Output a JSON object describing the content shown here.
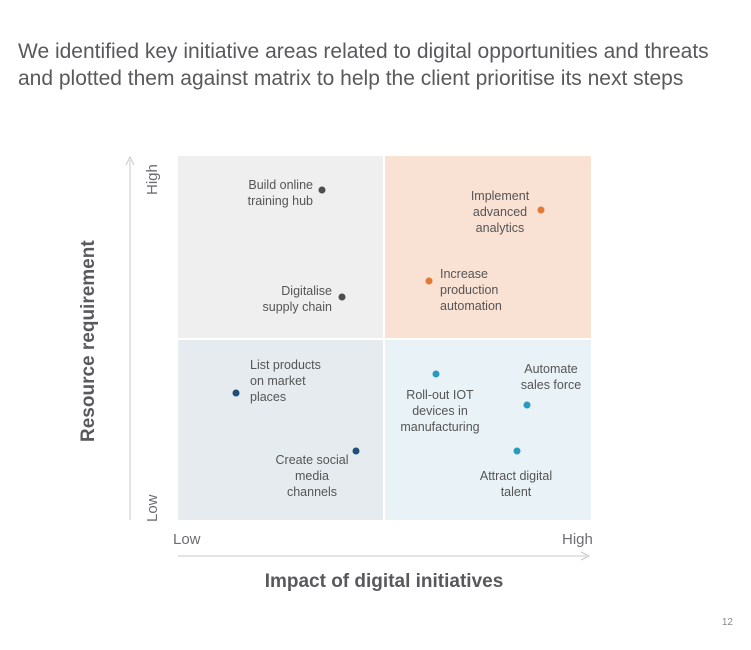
{
  "headline": "We identified key initiative areas related to digital opportunities and threats and plotted them against matrix to help the client prioritise its next steps",
  "matrix": {
    "x_axis": {
      "title": "Impact of digital initiatives",
      "low": "Low",
      "high": "High"
    },
    "y_axis": {
      "title": "Resource requirement",
      "low": "Low",
      "high": "High"
    },
    "quadrant_colors": {
      "top_left": "#efefef",
      "top_right": "#f9e1d3",
      "bottom_left": "#e5ebef",
      "bottom_right": "#e9f2f7"
    },
    "dot_colors": {
      "dark": "#4d4d4f",
      "orange": "#e07a35",
      "navy": "#1f4e79",
      "teal": "#2a9bc0"
    },
    "items": [
      {
        "lines": [
          "Build online",
          "training hub"
        ]
      },
      {
        "lines": [
          "Digitalise",
          "supply chain"
        ]
      },
      {
        "lines": [
          "Implement",
          "advanced",
          "analytics"
        ]
      },
      {
        "lines": [
          "Increase",
          "production",
          "automation"
        ]
      },
      {
        "lines": [
          "List products",
          "on market",
          "places"
        ]
      },
      {
        "lines": [
          "Create social",
          "media",
          "channels"
        ]
      },
      {
        "lines": [
          "Roll-out IOT",
          "devices in",
          "manufacturing"
        ]
      },
      {
        "lines": [
          "Automate",
          "sales force"
        ]
      },
      {
        "lines": [
          "Attract digital",
          "talent"
        ]
      }
    ]
  },
  "page_number": "12"
}
